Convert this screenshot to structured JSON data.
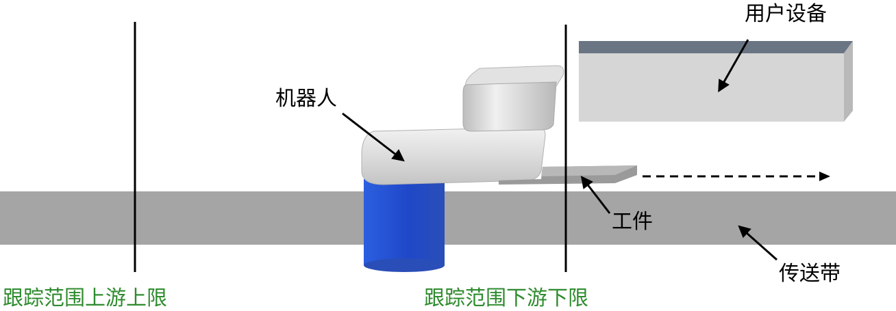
{
  "labels": {
    "user_device": "用户设备",
    "robot": "机器人",
    "workpiece": "工件",
    "conveyor": "传送带",
    "upstream_limit": "跟踪范围上游上限",
    "downstream_limit": "跟踪范围下游下限"
  },
  "colors": {
    "conveyor": "#a5a5a5",
    "boundary_line": "#000000",
    "limit_text": "#2e8b2e",
    "robot_base": "#1f48c8",
    "robot_arm": "#d9d9d9",
    "device_face": "#d6d6d6",
    "device_top": "#6a7584",
    "workpiece": "#9a9a9a"
  },
  "icons": {
    "motion_arrow": "dashed-right-arrow",
    "pointer": "pointer-arrow"
  }
}
